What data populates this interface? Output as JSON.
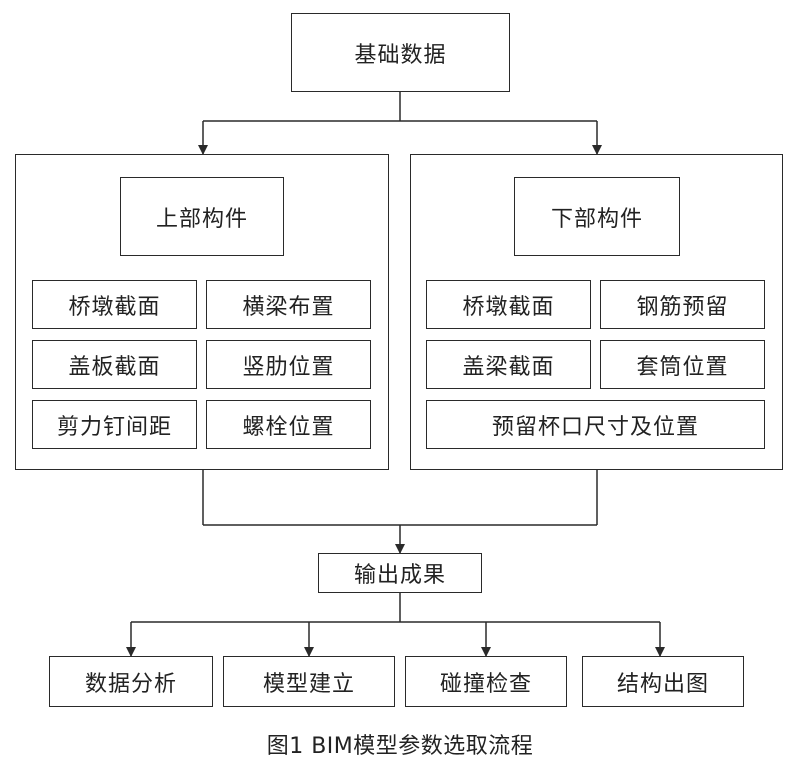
{
  "diagram": {
    "root": "基础数据",
    "upper": {
      "title": "上部构件",
      "items": [
        "桥墩截面",
        "横梁布置",
        "盖板截面",
        "竖肋位置",
        "剪力钉间距",
        "螺栓位置"
      ]
    },
    "lower": {
      "title": "下部构件",
      "items": [
        "桥墩截面",
        "钢筋预留",
        "盖梁截面",
        "套筒位置",
        "预留杯口尺寸及位置"
      ]
    },
    "output": "输出成果",
    "results": [
      "数据分析",
      "模型建立",
      "碰撞检查",
      "结构出图"
    ],
    "caption": "图1  BIM模型参数选取流程"
  }
}
